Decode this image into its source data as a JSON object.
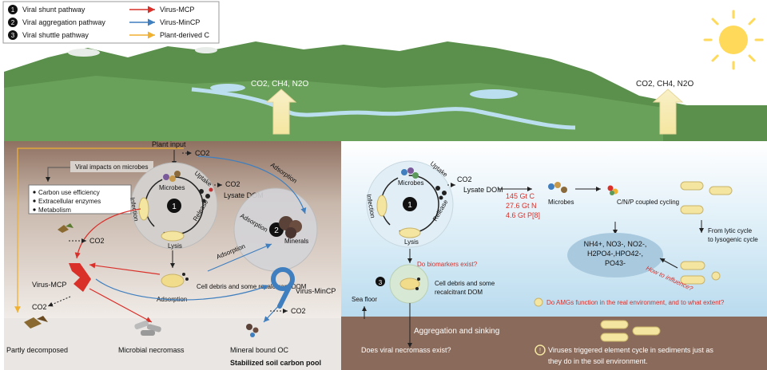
{
  "legend": {
    "pathways": [
      {
        "num": "1",
        "label": "Viral shunt pathway"
      },
      {
        "num": "2",
        "label": "Viral aggregation pathway"
      },
      {
        "num": "3",
        "label": "Viral shuttle pathway"
      }
    ],
    "arrows": [
      {
        "label": "Virus-MCP",
        "color": "#d9302a"
      },
      {
        "label": "Virus-MinCP",
        "color": "#3f7fbf"
      },
      {
        "label": "Plant-derived C",
        "color": "#f0b030"
      }
    ]
  },
  "landscape": {
    "emission_land": "CO2, CH4, N2O",
    "emission_ocean": "CO2, CH4, N2O"
  },
  "soil": {
    "plant_input": "Plant input",
    "co2": "CO2",
    "viral_impacts": "Viral impacts on microbes",
    "impacts": [
      "Carbon use efficiency",
      "Extracellular enzymes",
      "Metabolism"
    ],
    "microbes": "Microbes",
    "uptake": "Uptake",
    "infection": "Infection",
    "release": "Release",
    "lysis": "Lysis",
    "lysate_dom": "Lysate DOM",
    "adsorption": "Adsorption",
    "minerals": "Minerals",
    "cell_debris": "Cell debris and some recalcitrant DOM",
    "virus_mcp": "Virus-MCP",
    "virus_mincp": "Virus-MinCP",
    "circle1": "1",
    "circle2": "2",
    "bottom_labels": [
      "Partly decomposed",
      "Microbial necromass",
      "Mineral bound OC"
    ],
    "stabilized_pool": "Stabilized soil carbon pool"
  },
  "ocean": {
    "microbes": "Microbes",
    "uptake": "Uptake",
    "infection": "Infection",
    "release": "Release",
    "lysis": "Lysis",
    "lysate_dom": "Lysate DOM",
    "co2": "CO2",
    "circle1": "1",
    "circle3": "3",
    "stocks": [
      "145 Gt C",
      "27.6 Gt N",
      "4.6 Gt P[8]"
    ],
    "microbes2": "Microbes",
    "cnp": "C/N/P coupled cycling",
    "nutrients": [
      "NH4+, NO3-, NO2-,",
      "H2PO4-,HPO42-,",
      "PO43-"
    ],
    "lytic": "From lytic cycle to lysogenic cycle",
    "how_influence": "How to influence?",
    "biomarkers": "Do biomarkers exist?",
    "cell_debris": "Cell debris and some recalcitrant DOM",
    "sea_floor": "Sea floor",
    "amgs": "Do AMGs function in the real environment, and to what extent?",
    "aggregation": "Aggregation and sinking",
    "necromass_q": "Does viral necromass exist?",
    "sediment_note": "Viruses triggered element cycle in sediments just as they do in the soil environment."
  },
  "colors": {
    "red": "#d9302a",
    "blue": "#3f7fbf",
    "gold": "#f0b030",
    "soil_brown": "#8a6a5a",
    "ocean_blue": "#cfe7f3"
  }
}
